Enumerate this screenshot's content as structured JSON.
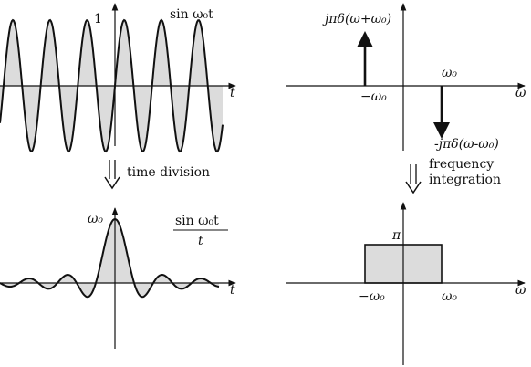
{
  "panels": {
    "top_left": {
      "amplitude_label": "1",
      "axis_label": "t",
      "signal_label": "sin ω₀t"
    },
    "top_right": {
      "axis_label": "ω",
      "pos_freq_label": "ω₀",
      "neg_freq_label": "−ω₀",
      "upper_impulse_label": "jπδ(ω+ω₀)",
      "lower_impulse_label": "-jπδ(ω-ω₀)"
    },
    "bottom_left": {
      "axis_label": "t",
      "peak_label": "ω₀",
      "signal_numerator": "sin ω₀t",
      "signal_denominator": "t"
    },
    "bottom_right": {
      "axis_label": "ω",
      "height_label": "π",
      "neg_freq_label": "−ω₀",
      "pos_freq_label": "ω₀"
    }
  },
  "operations": {
    "left": "time division",
    "right_line1": "frequency",
    "right_line2": "integration"
  },
  "colors": {
    "fill": "#dcdcdc",
    "stroke": "#111111"
  }
}
